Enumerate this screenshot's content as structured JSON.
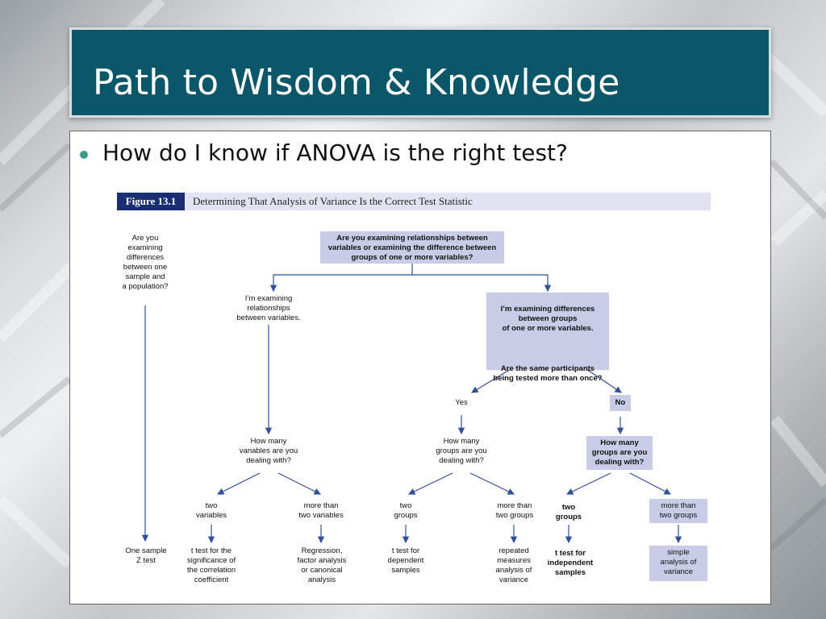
{
  "slide": {
    "title": "Path to Wisdom & Knowledge",
    "bullet": "How do I know if ANOVA is the right test?"
  },
  "figure": {
    "number": "Figure 13.1",
    "title": "Determining That Analysis of Variance Is the Correct Test Statistic"
  },
  "nodes": {
    "root": "Are you examining relationships between\nvariables or examining the difference between\ngroups of one or more variables?",
    "sample_pop": "Are you\nexamining\ndifferences\nbetween one\nsample and\na population?",
    "relationships": "I’m examining\nrelationships\nbetween variables.",
    "differences": "I’m examining differences\nbetween groups\nof one or more variables.",
    "same_participants": "Are the same participants\nbeing tested more than once?",
    "yes": "Yes",
    "no": "No",
    "how_many_vars": "How many\nvariables are you\ndealing with?",
    "how_many_groups_yes": "How many\ngroups are you\ndealing with?",
    "how_many_groups_no": "How many\ngroups are you\ndealing with?",
    "two_vars": "two\nvariables",
    "more_vars": "more than\ntwo variables",
    "two_groups_yes": "two\ngroups",
    "more_groups_yes": "more than\ntwo groups",
    "two_groups_no": "two\ngroups",
    "more_groups_no": "more than\ntwo groups",
    "z_test": "One sample\nZ test",
    "t_corr": "t test for the\nsignificance of\nthe correlation\ncoefficient",
    "regression": "Regression,\nfactor analysis\nor canonical\nanalysis",
    "t_dep": "t test for\ndependent\nsamples",
    "repeated": "repeated\nmeasures\nanalysis of\nvariance",
    "t_indep": "t test for\nindependent\nsamples",
    "simple_anova": "simple\nanalysis of\nvariance"
  },
  "colors": {
    "title_bar": "#0b5669",
    "figure_number_bg": "#1a2e72",
    "box_fill": "#c9cce6",
    "arrow": "#2f4f9a",
    "bullet": "#3a9a8a"
  }
}
